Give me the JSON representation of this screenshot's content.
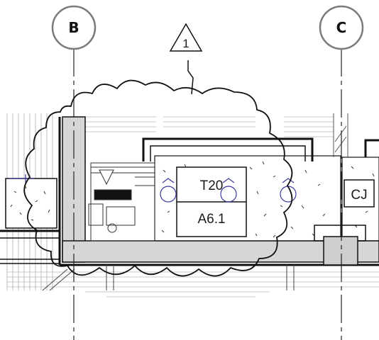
{
  "grid_bubbles": [
    {
      "id": "grid-b",
      "label": "B"
    },
    {
      "id": "grid-c",
      "label": "C"
    }
  ],
  "revision": {
    "number": "1"
  },
  "tags": {
    "wall_tag_top": "T20",
    "wall_tag_bottom": "A6.1",
    "joint_tag": "CJ"
  },
  "colors": {
    "line": "#111111",
    "thin_line": "#8c8c8c",
    "light_line": "#bdbdbd",
    "slab_fill": "#d6d6d6",
    "grid_circle": "#7a7a7a",
    "fixture_symbol": "#3a3a9a"
  }
}
